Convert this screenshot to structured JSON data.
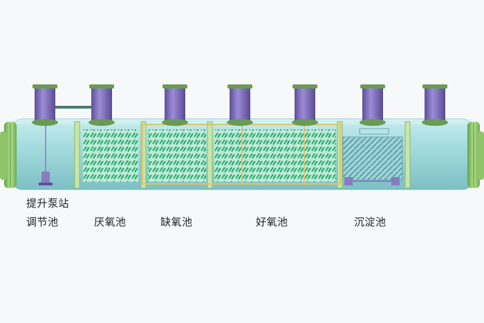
{
  "labels": {
    "lift_pump": "提升泵站",
    "regulating_tank": "调节池",
    "anaerobic_tank": "厌氧池",
    "anoxic_tank": "缺氧池",
    "aerobic_tank": "好氧池",
    "sedimentation_tank": "沉淀池"
  },
  "colors": {
    "tank_body": "#a8dde0",
    "tank_body_dark": "#86c8cc",
    "end_cap": "#9fcf7a",
    "end_cap_dark": "#5fa347",
    "manhole": "#8e7bc7",
    "manhole_dark": "#5e4f9a",
    "manhole_ring": "#6b9a55",
    "media": "#2fb37a",
    "media_light": "#7fe0b0",
    "frame": "#e6d48a",
    "pump": "#8a7ac0"
  },
  "diagram": {
    "manhole_count": 7,
    "compartment_count": 6
  }
}
